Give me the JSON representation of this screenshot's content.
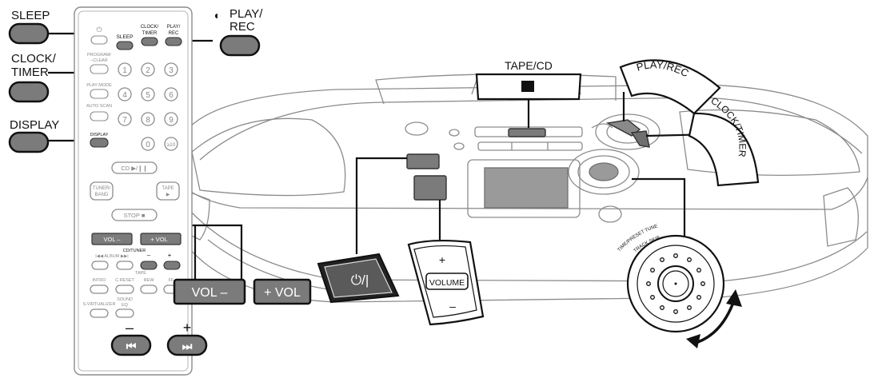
{
  "callouts": {
    "sleep": "SLEEP",
    "clock_timer_1": "CLOCK/",
    "clock_timer_2": "TIMER",
    "display": "DISPLAY",
    "play_rec_1": "PLAY/",
    "play_rec_2": "REC",
    "tape_cd": "TAPE/CD",
    "minus": "–",
    "plus": "+"
  },
  "remote": {
    "power": "⏻",
    "sleep": "SLEEP",
    "clock_timer_1": "CLOCK/",
    "clock_timer_2": "TIMER",
    "play_rec_1": "PLAY/",
    "play_rec_2": "REC",
    "program_clear_1": "PROGRAM/",
    "program_clear_2": "–CLEAR",
    "play_mode": "PLAY MODE",
    "auto_scan": "AUTO SCAN",
    "display": "DISPLAY",
    "digits": [
      "1",
      "2",
      "3",
      "4",
      "5",
      "6",
      "7",
      "8",
      "9",
      "0",
      "≥10"
    ],
    "cd": "CD ▶/❙❙",
    "tuner_band_1": "TUNER/",
    "tuner_band_2": "BAND",
    "tape_1": "TAPE",
    "tape_2": "▶",
    "stop": "STOP ■",
    "vol_minus": "VOL –",
    "vol_plus": "+ VOL",
    "cd_tuner": "CD/TUNER",
    "album": "|◀◀ ALBUM ▶▶|",
    "minus": "–",
    "plus": "+",
    "tape_label": "TAPE",
    "intro": "INTRO",
    "c_reset": "C.RESET",
    "rew": "REW",
    "ff": "FF",
    "s_virtualizer": "S.VIRTUALIZER",
    "sound_eq_1": "SOUND",
    "sound_eq_2": "EQ"
  },
  "device": {
    "vol_minus": "VOL –",
    "vol_plus": "+ VOL",
    "power_button": "⏻/|",
    "volume_plus": "+",
    "volume": "VOLUME",
    "volume_minus": "–",
    "play_rec": "PLAY/REC",
    "clock_timer": "CLOCK/TIMER",
    "dial_label_1": "TIME/PRESET TUNE",
    "dial_label_2": "TRACK SKIP"
  }
}
